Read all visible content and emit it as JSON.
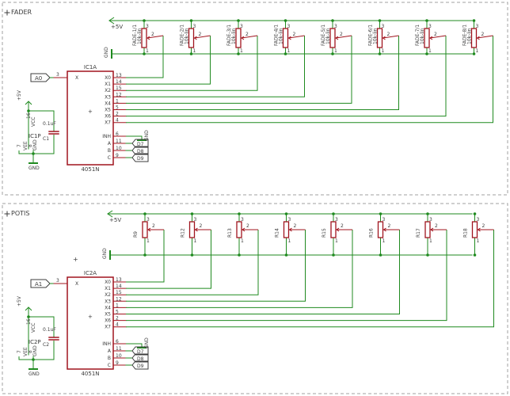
{
  "colors": {
    "wire": "#1f8a1f",
    "part": "#a0141e",
    "text": "#3c3c3c",
    "frame": "#a0a0a0",
    "background": "#ffffff"
  },
  "sections": [
    {
      "id": "fader",
      "label": "FADER",
      "supply_label": "+5V",
      "gnd_label": "GND",
      "pot_style": "fader",
      "pot_names": [
        "FADE-1/1",
        "FADE-2/1",
        "FADE-3/1",
        "FADE-4/1",
        "FADE-5/1",
        "FADE-6/1",
        "FADE-7/1",
        "FADE-8/1"
      ],
      "pot_value": "10k-lin",
      "pin_labels": [
        "1",
        "2",
        "3"
      ],
      "ic": {
        "name": "IC1A",
        "part": "4051N",
        "input_pin": "X",
        "outputs": [
          "X0",
          "X1",
          "X2",
          "X3",
          "X4",
          "X5",
          "X6",
          "X7"
        ],
        "output_pins": [
          "13",
          "14",
          "15",
          "12",
          "1",
          "5",
          "2",
          "4"
        ],
        "address": [
          "INH",
          "A",
          "B",
          "C"
        ],
        "address_pins": [
          "6",
          "11",
          "10",
          "9"
        ],
        "address_labels": [
          "D7",
          "D8",
          "D9"
        ],
        "input_label": "A0",
        "input_pin_number": "3",
        "gnd_label": "GND",
        "center_mark": "+"
      },
      "power": {
        "ic_ref": "IC1P",
        "vcc": "VCC",
        "vee": "VEE",
        "gnd": "GND",
        "vcc_pin": "16",
        "vee_pin": "7",
        "gnd_pin": "8",
        "cap_name": "C1",
        "cap_value": "0.1uF",
        "supply_label": "+5V",
        "gnd_label": "GND"
      }
    },
    {
      "id": "potis",
      "label": "POTIS",
      "supply_label": "+5V",
      "gnd_label": "GND",
      "pot_style": "trimmer",
      "pot_names": [
        "R9",
        "R12",
        "R13",
        "R14",
        "R15",
        "R16",
        "R17",
        "R18"
      ],
      "pot_value": "",
      "pin_labels": [
        "1",
        "2",
        "3"
      ],
      "ic": {
        "name": "IC2A",
        "part": "4051N",
        "input_pin": "X",
        "outputs": [
          "X0",
          "X1",
          "X2",
          "X3",
          "X4",
          "X5",
          "X6",
          "X7"
        ],
        "output_pins": [
          "13",
          "14",
          "15",
          "12",
          "1",
          "5",
          "2",
          "4"
        ],
        "address": [
          "INH",
          "A",
          "B",
          "C"
        ],
        "address_pins": [
          "6",
          "11",
          "10",
          "9"
        ],
        "address_labels": [
          "D7",
          "D8",
          "D9"
        ],
        "input_label": "A1",
        "input_pin_number": "3",
        "gnd_label": "GND",
        "center_mark": "+"
      },
      "power": {
        "ic_ref": "IC2P",
        "vcc": "VCC",
        "vee": "VEE",
        "gnd": "GND",
        "vcc_pin": "16",
        "vee_pin": "7",
        "gnd_pin": "8",
        "cap_name": "C2",
        "cap_value": "0.1uF",
        "supply_label": "+5V",
        "gnd_label": "GND"
      }
    }
  ],
  "origin_mark": "+"
}
